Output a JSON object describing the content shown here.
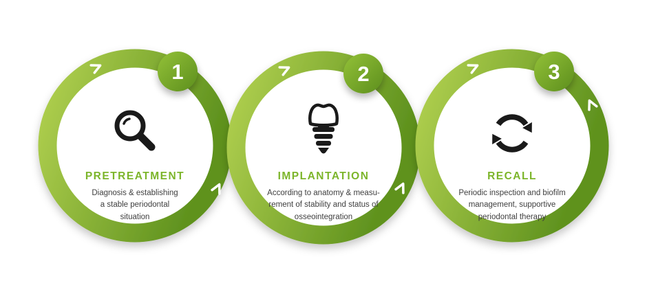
{
  "colors": {
    "ring_light": "#b2d150",
    "ring_dark": "#5f921e",
    "badge_light": "#93c138",
    "badge_dark": "#5d8f1d",
    "title_text": "#7cb52a",
    "body_text": "#3e3e3e",
    "icon_black": "#1a1a1a"
  },
  "steps": [
    {
      "number": "1",
      "title": "PRETREATMENT",
      "icon": "magnifying-glass-icon",
      "description_lines": [
        "Diagnosis & establishing",
        "a stable periodontal",
        "situation"
      ]
    },
    {
      "number": "2",
      "title": "IMPLANTATION",
      "icon": "dental-implant-icon",
      "description_lines": [
        "According to anatomy & measu-",
        "rement of stability and status of",
        "osseointegration"
      ]
    },
    {
      "number": "3",
      "title": "RECALL",
      "icon": "recurring-arrows-icon",
      "description_lines": [
        "Periodic inspection and biofilm",
        "management, supportive",
        "periodontal therapy"
      ]
    }
  ]
}
